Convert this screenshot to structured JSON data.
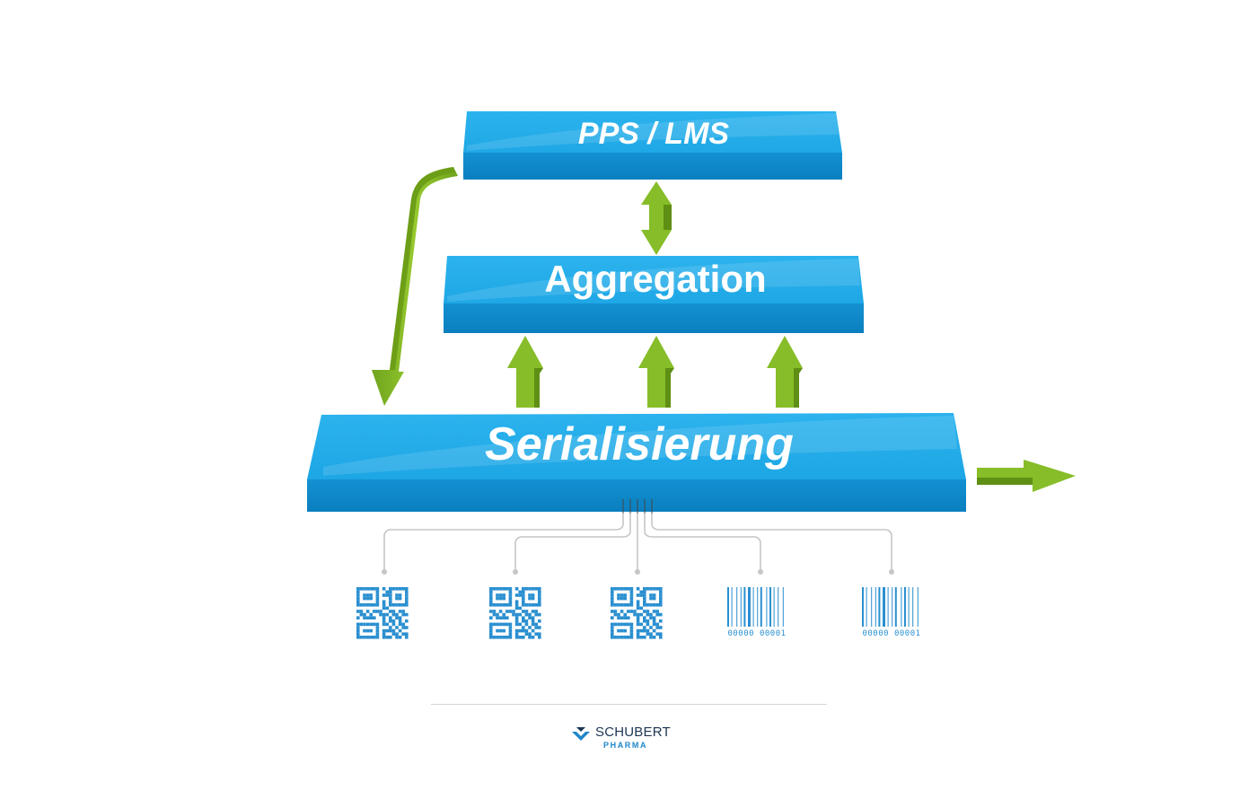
{
  "boxes": {
    "pps_lms": "PPS / LMS",
    "aggregation": "Aggregation",
    "serialisierung": "Serialisierung"
  },
  "codes": [
    {
      "type": "qr-code"
    },
    {
      "type": "qr-code"
    },
    {
      "type": "qr-code"
    },
    {
      "type": "barcode",
      "text": "00000 00001"
    },
    {
      "type": "barcode",
      "text": "00000 00001"
    }
  ],
  "logo": {
    "name": "SCHUBERT",
    "sub": "PHARMA"
  },
  "colors": {
    "box_blue": "#1aa3e2",
    "arrow_green": "#86bd28",
    "code_blue": "#2a8fd0"
  }
}
